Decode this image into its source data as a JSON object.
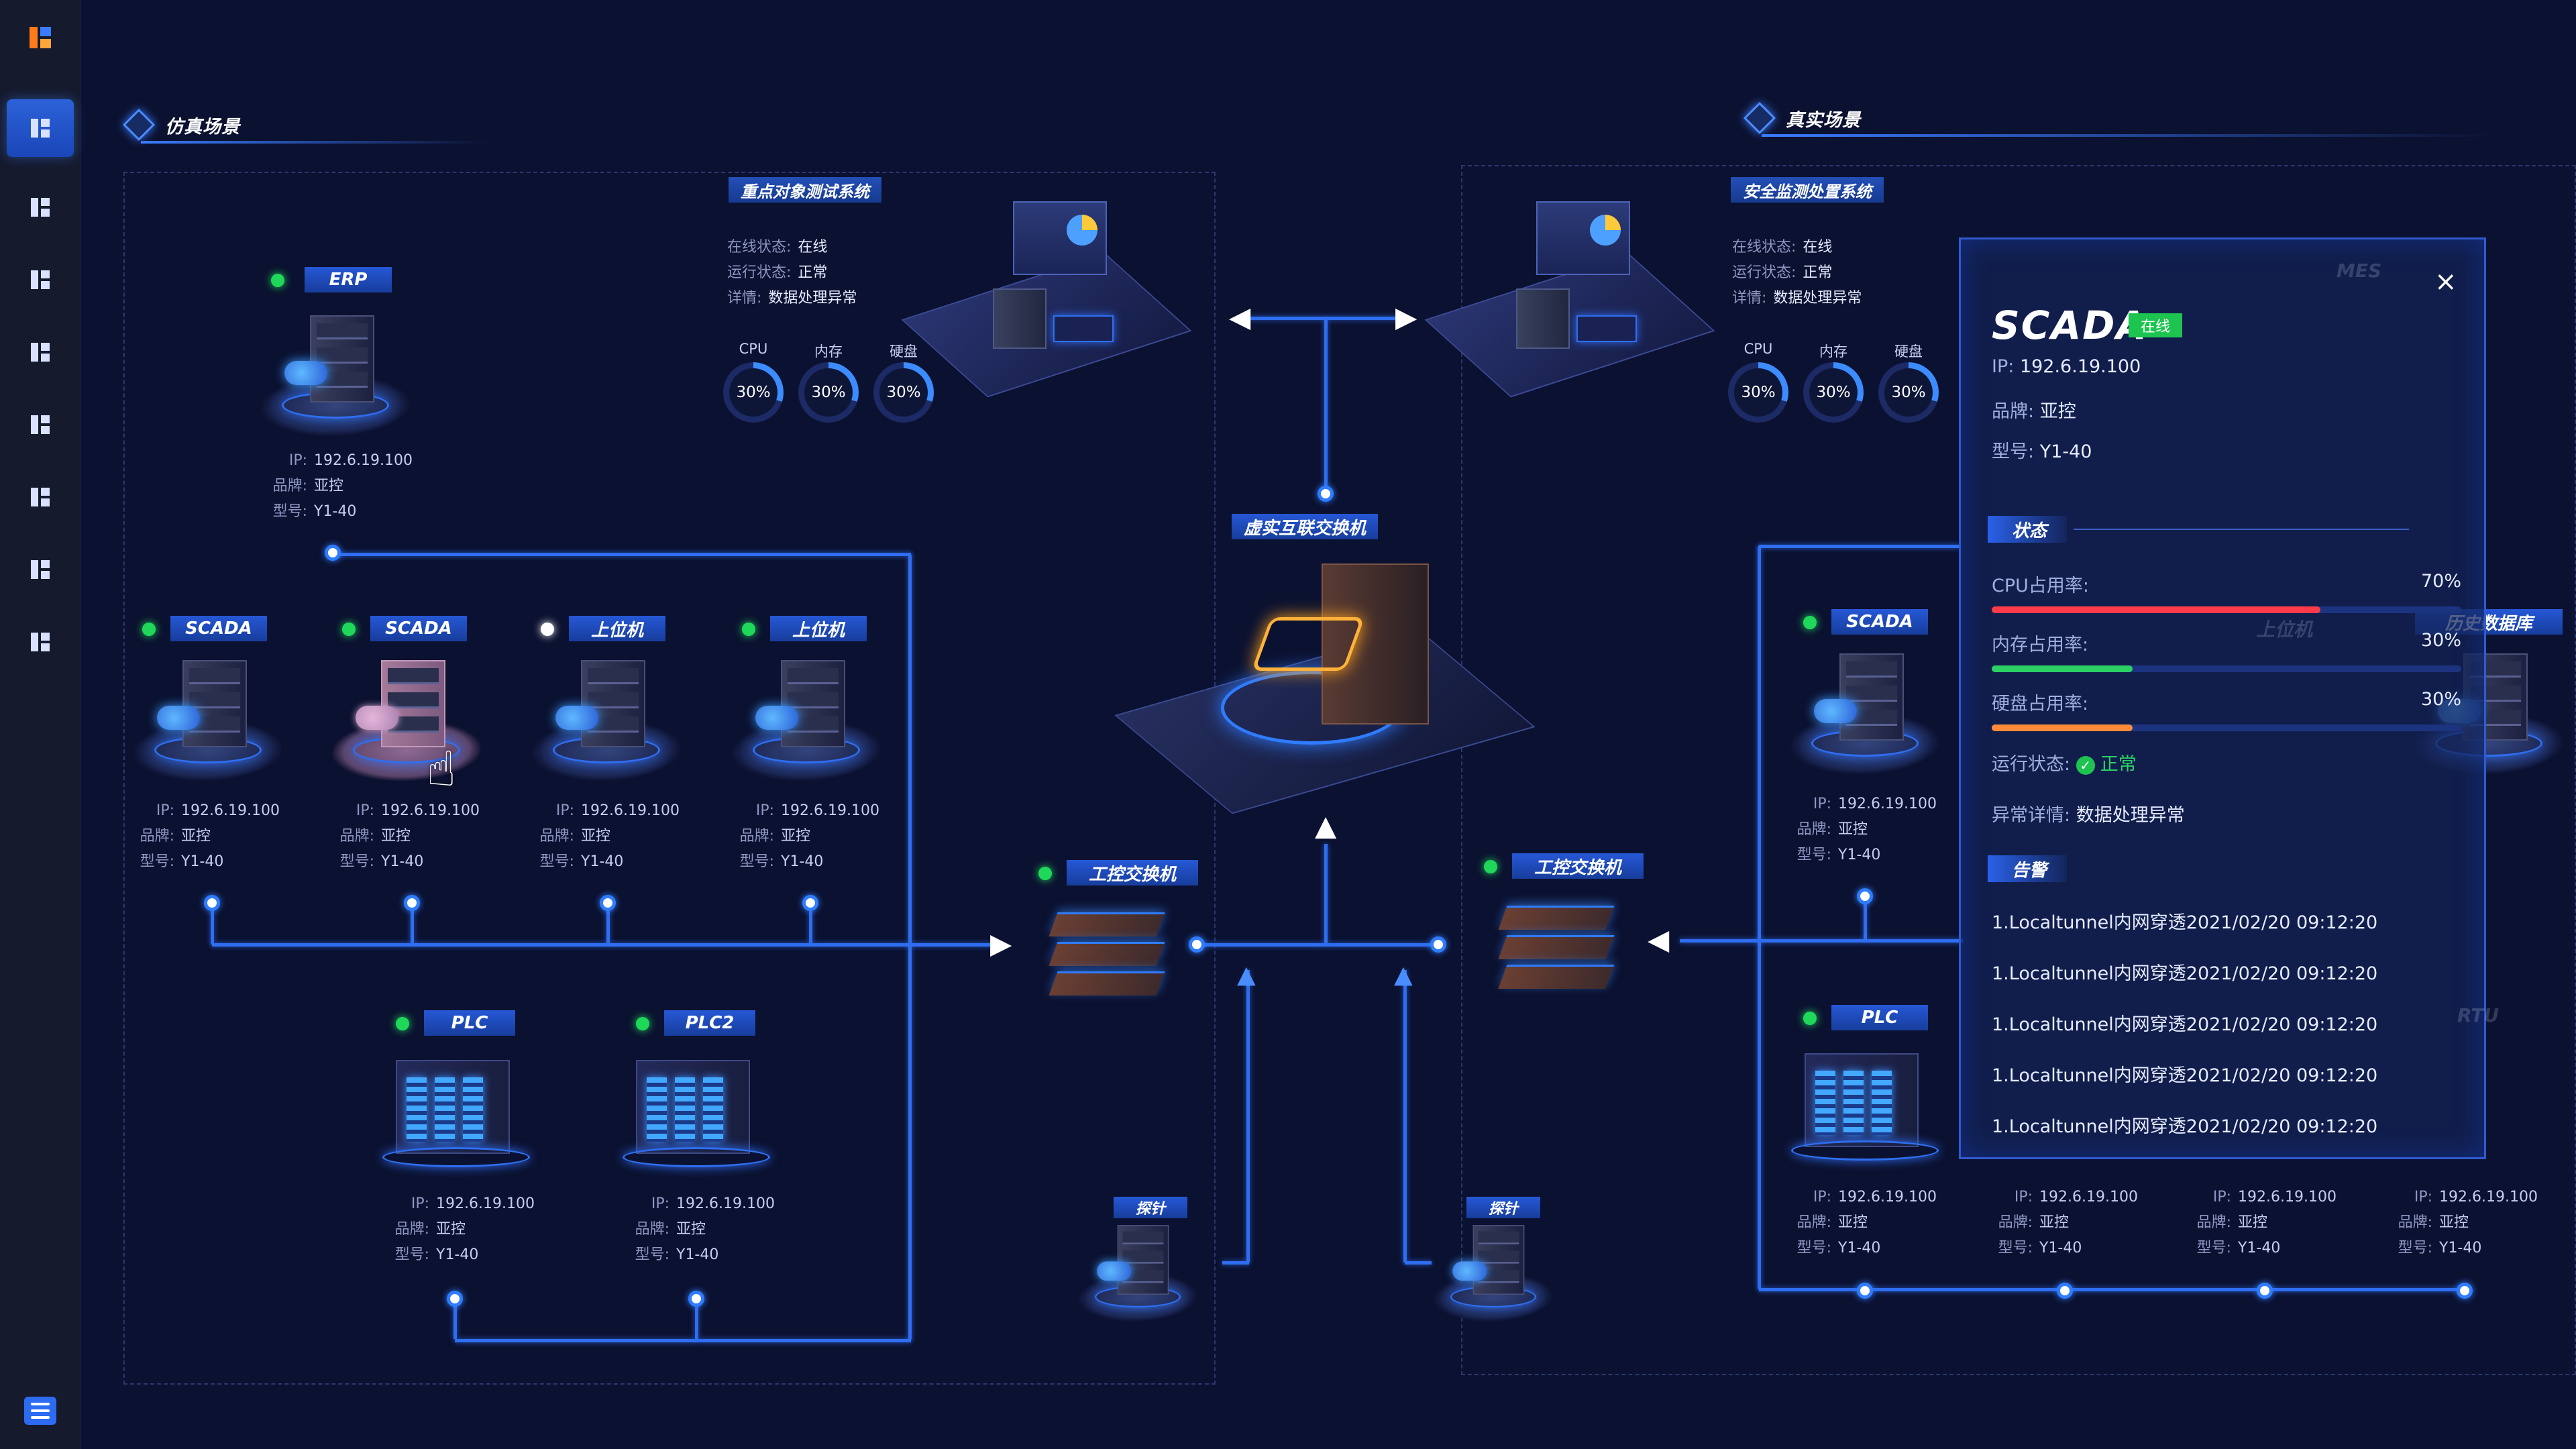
{
  "sidebar": {
    "items": [
      "dashboard",
      "page-2",
      "page-3",
      "page-4",
      "page-5",
      "page-6",
      "page-7",
      "page-8"
    ]
  },
  "sections": {
    "sim": "仿真场景",
    "real": "真实场景"
  },
  "colors": {
    "accent": "#2f6ef0",
    "online": "#1dc450",
    "cpu_bar": "#ff3b4a",
    "mem_bar": "#2bd164",
    "disk_bar": "#ff8a3a"
  },
  "systems": {
    "left": {
      "name": "重点对象测试系统",
      "online_k": "在线状态:",
      "online_v": "在线",
      "run_k": "运行状态:",
      "run_v": "正常",
      "detail_k": "详情:",
      "detail_v": "数据处理异常",
      "gauges": [
        {
          "label": "CPU",
          "value": "30%",
          "level": 30
        },
        {
          "label": "内存",
          "value": "30%",
          "level": 30
        },
        {
          "label": "硬盘",
          "value": "30%",
          "level": 30
        }
      ]
    },
    "right": {
      "name": "安全监测处置系统",
      "online_k": "在线状态:",
      "online_v": "在线",
      "run_k": "运行状态:",
      "run_v": "正常",
      "detail_k": "详情:",
      "detail_v": "数据处理异常",
      "gauges": [
        {
          "label": "CPU",
          "value": "30%",
          "level": 30
        },
        {
          "label": "内存",
          "value": "30%",
          "level": 30
        },
        {
          "label": "硬盘",
          "value": "30%",
          "level": 30
        }
      ]
    }
  },
  "labels": {
    "ip": "IP:",
    "brand": "品牌:",
    "model": "型号:"
  },
  "device": {
    "ip": "192.6.19.100",
    "brand": "亚控",
    "model": "Y1-40"
  },
  "devices": {
    "erp": "ERP",
    "scada1": "SCADA",
    "scada2": "SCADA",
    "upper1": "上位机",
    "upper2": "上位机",
    "plc1": "PLC",
    "plc2": "PLC2",
    "core": "虚实互联交换机",
    "sw_left": "工控交换机",
    "sw_right": "工控交换机",
    "probe1": "探针",
    "probe2": "探针",
    "r_scada": "SCADA",
    "r_plc": "PLC",
    "r_mes": "MES",
    "r_upper": "上位机",
    "r_hist": "历史数据库",
    "r_rtu": "RTU"
  },
  "popup": {
    "title": "SCADA",
    "status": "在线",
    "ip_k": "IP:",
    "ip_v": "192.6.19.100",
    "brand_k": "品牌:",
    "brand_v": "亚控",
    "model_k": "型号:",
    "model_v": "Y1-40",
    "close": "×",
    "state_title": "状态",
    "metrics": [
      {
        "label": "CPU占用率:",
        "value": "70%",
        "level": 70
      },
      {
        "label": "内存占用率:",
        "value": "30%",
        "level": 30
      },
      {
        "label": "硬盘占用率:",
        "value": "30%",
        "level": 30
      }
    ],
    "run_k": "运行状态:",
    "run_v": "正常",
    "err_k": "异常详情:",
    "err_v": "数据处理异常",
    "alarm_title": "告警",
    "alarms": [
      "1.Localtunnel内网穿透2021/02/20 09:12:20",
      "1.Localtunnel内网穿透2021/02/20 09:12:20",
      "1.Localtunnel内网穿透2021/02/20 09:12:20",
      "1.Localtunnel内网穿透2021/02/20 09:12:20",
      "1.Localtunnel内网穿透2021/02/20 09:12:20"
    ]
  }
}
